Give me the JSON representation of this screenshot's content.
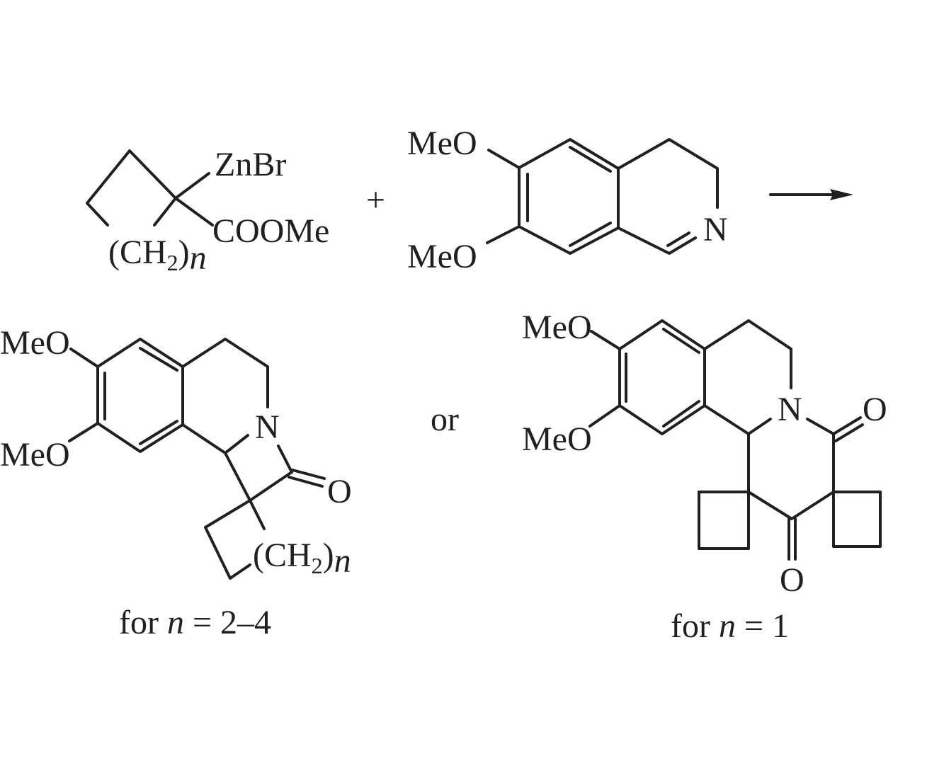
{
  "reactant1": {
    "zn_label": "ZnBr",
    "ester_label": "COOMe",
    "chain": {
      "open": "(CH",
      "sub": "2",
      "close": ")",
      "n": "n"
    }
  },
  "plus": "+",
  "reactant2": {
    "meo_top": "MeO",
    "meo_bottom": "MeO",
    "nitrogen": "N"
  },
  "product_a": {
    "meo_top": "MeO",
    "meo_bottom": "MeO",
    "nitrogen": "N",
    "oxygen": "O",
    "chain": {
      "open": "(CH",
      "sub": "2",
      "close": ")",
      "n": "n"
    },
    "caption": {
      "prefix": "for ",
      "n": "n",
      "suffix": " = 2–4"
    }
  },
  "or_label": "or",
  "product_b": {
    "meo_top": "MeO",
    "meo_bottom": "MeO",
    "nitrogen": "N",
    "oxygen_amide": "O",
    "oxygen_ketone": "O",
    "caption": {
      "prefix": "for ",
      "n": "n",
      "suffix": " = 1"
    }
  }
}
